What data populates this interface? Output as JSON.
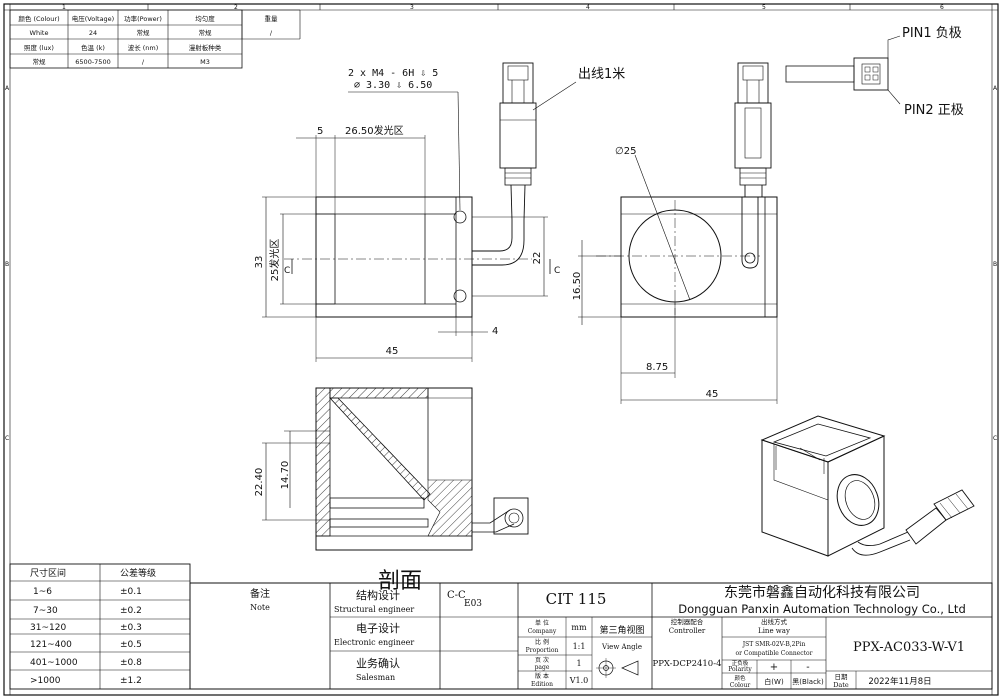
{
  "frame": {
    "column_marks": [
      "1",
      "2",
      "3",
      "4",
      "5",
      "6"
    ],
    "row_marks": [
      "A",
      "B",
      "C"
    ]
  },
  "spec_table": {
    "headers": [
      "颜色 (Colour)",
      "电压(Voltage)",
      "功率(Power)",
      "均匀度",
      "重量"
    ],
    "row1": [
      "White",
      "24",
      "常规",
      "常规",
      "/"
    ],
    "headers2": [
      "照度 (lux)",
      "色温 (k)",
      "波长 (nm)",
      "漫射板种类"
    ],
    "row2": [
      "常规",
      "6500-7500",
      "/",
      "M3"
    ]
  },
  "front_view": {
    "thread_note_1": "2 x  M4 - 6H ⇩ 5",
    "thread_note_2": "∅ 3.30 ⇩ 6.50",
    "dim_5": "5",
    "dim_emit_width": "26.50发光区",
    "dim_33": "33",
    "dim_emit_height": "25发光区",
    "dim_22": "22",
    "dim_4": "4",
    "dim_45": "45",
    "section_mark": "C"
  },
  "side_view": {
    "cable_note": "出线1米",
    "dim_diameter": "∅25",
    "dim_1650": "16.50",
    "dim_875": "8.75",
    "dim_45": "45",
    "section_mark": "C"
  },
  "connector": {
    "pin1": "PIN1 负极",
    "pin2": "PIN2 正极"
  },
  "section_view": {
    "dim_2240": "22.40",
    "dim_1470": "14.70",
    "label": "剖面",
    "label_cc": "C-C",
    "label_e03": "E03"
  },
  "tolerance_table": {
    "headers": [
      "尺寸区间",
      "公差等级"
    ],
    "rows": [
      [
        "1~6",
        "±0.1"
      ],
      [
        "7~30",
        "±0.2"
      ],
      [
        "31~120",
        "±0.3"
      ],
      [
        "121~400",
        "±0.5"
      ],
      [
        "401~1000",
        "±0.8"
      ],
      [
        ">1000",
        "±1.2"
      ]
    ]
  },
  "title_block": {
    "note_cn": "备注",
    "note_en": "Note",
    "struct_cn": "结构设计",
    "struct_en": "Structural engineer",
    "elec_cn": "电子设计",
    "elec_en": "Electronic engineer",
    "sales_cn": "业务确认",
    "sales_en": "Salesman",
    "model_series": "CIT 115",
    "company_cn": "东莞市磐鑫自动化科技有限公司",
    "company_en": "Dongguan Panxin Automation Technology Co., Ltd",
    "unit_cn": "单 位",
    "unit_en": "Company",
    "unit_val": "mm",
    "scale_cn": "比 例",
    "scale_en": "Proportion",
    "scale_val": "1:1",
    "page_cn": "页 次",
    "page_en": "page",
    "page_val": "1",
    "edition_cn": "版 本",
    "edition_en": "Edition",
    "edition_val": "V1.0",
    "view_cn": "第三角视图",
    "view_en": "View Angle",
    "controller_cn": "控制器配合",
    "controller_en": "Controller",
    "controller_val": "PPX-DCP2410-4",
    "lineway_cn": "出线方式",
    "lineway_en": "Line way",
    "lineway_val1": "JST SMR-02V-B,2Pin",
    "lineway_val2": "or Compatible Connector",
    "polarity_cn": "正负极",
    "polarity_en": "Polarity",
    "pol_plus": "+",
    "pol_minus": "-",
    "colour_cn": "颜色",
    "colour_en": "Colour",
    "colour_white": "白(W)",
    "colour_black": "黑(Black)",
    "part_no": "PPX-AC033-W-V1",
    "date_cn": "日期",
    "date_en": "Date",
    "date_val": "2022年11月8日"
  }
}
